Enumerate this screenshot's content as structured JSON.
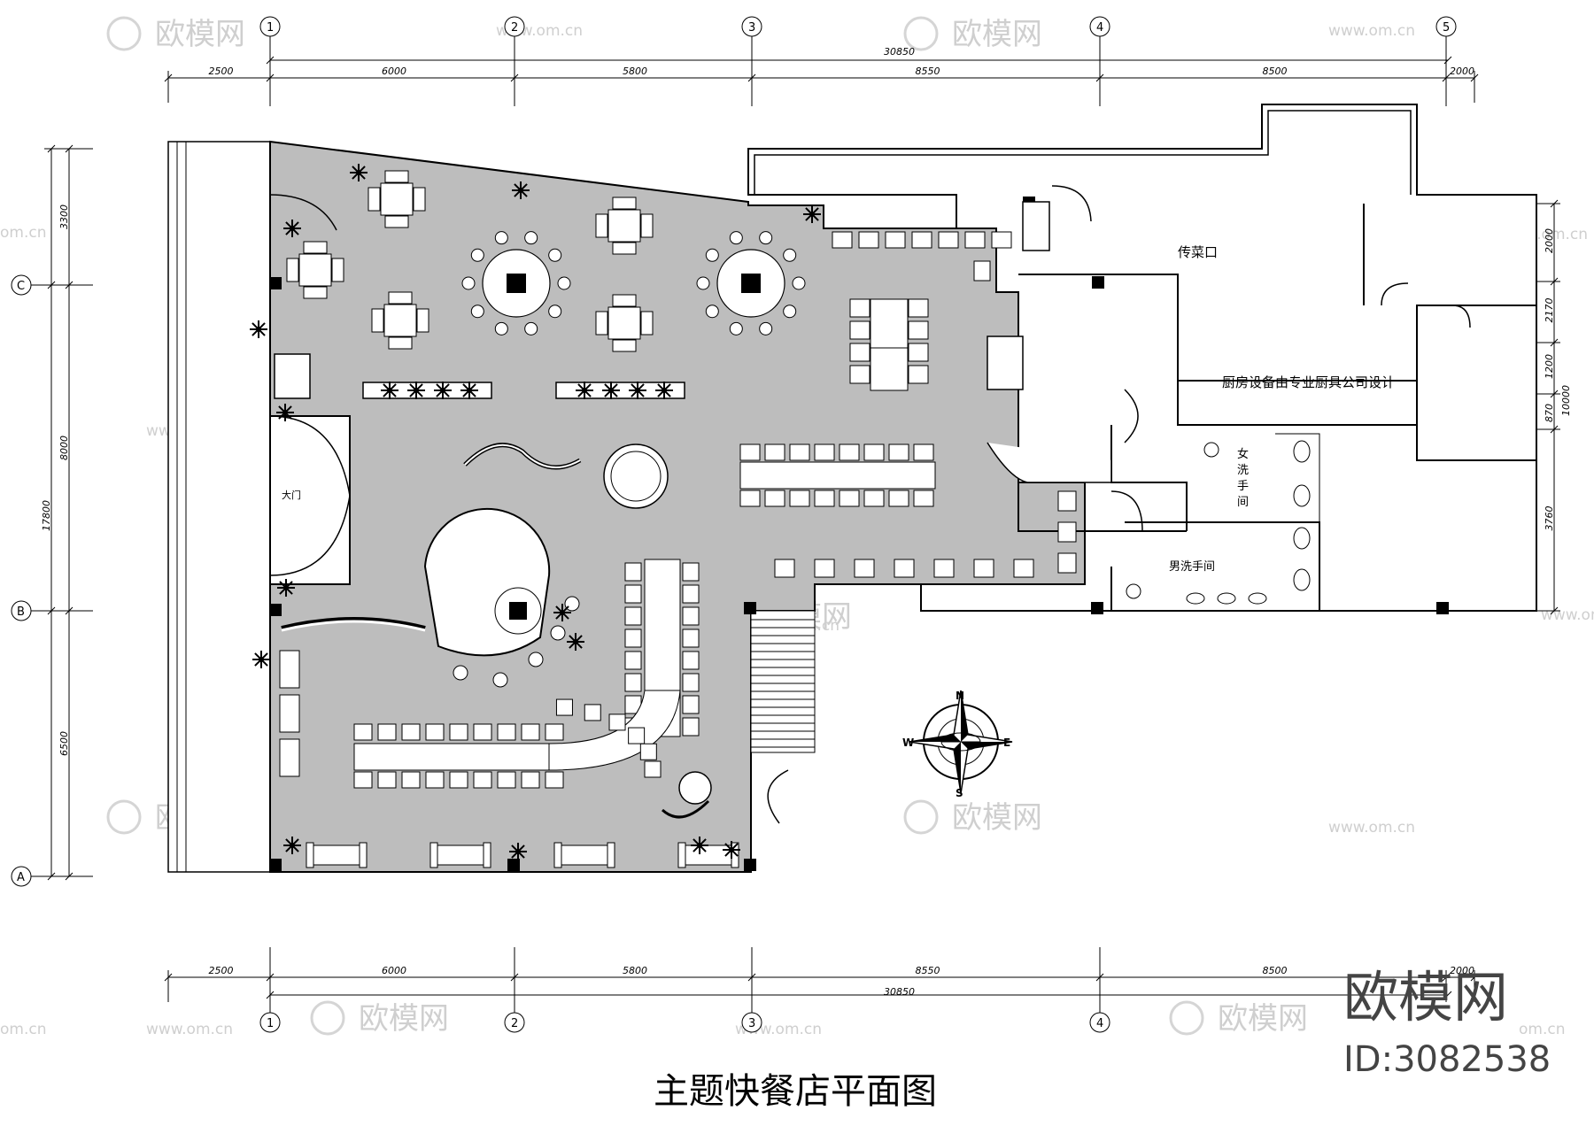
{
  "title": "主题快餐店平面图",
  "brand": {
    "name": "欧模网",
    "id": "ID:3082538"
  },
  "watermark": {
    "text": "欧模网",
    "url": "www.om.cn",
    "url_short": "om.cn"
  },
  "axes_top": [
    "1",
    "2",
    "3",
    "4",
    "5"
  ],
  "axes_bottom": [
    "1",
    "2",
    "3",
    "4"
  ],
  "axes_left": [
    "C",
    "B",
    "A"
  ],
  "dims_horizontal": [
    "2500",
    "6000",
    "5800",
    "8550",
    "8500",
    "2000"
  ],
  "dims_horizontal_bottom": [
    "2500",
    "6000",
    "5800",
    "8550",
    "8500",
    "2000"
  ],
  "dim_total_top": "30850",
  "dim_total_bottom": "30850",
  "dims_left": [
    "3300",
    "8000",
    "6500"
  ],
  "dim_left_total": "17800",
  "dims_right": [
    "2000",
    "2170",
    "1200",
    "870",
    "3760"
  ],
  "dim_right_total": "10000",
  "rooms": {
    "kitchen_note": "厨房设备由专业厨具公司设计",
    "pass_window": "传菜口",
    "women_wc": [
      "女",
      "洗",
      "手",
      "间"
    ],
    "men_wc": "男洗手间",
    "entrance": "大门"
  },
  "compass": {
    "n": "N",
    "s": "S",
    "e": "E",
    "w": "W"
  },
  "colors": {
    "floor": "#bdbdbd",
    "line": "#000000",
    "furniture": "#ffffff"
  }
}
